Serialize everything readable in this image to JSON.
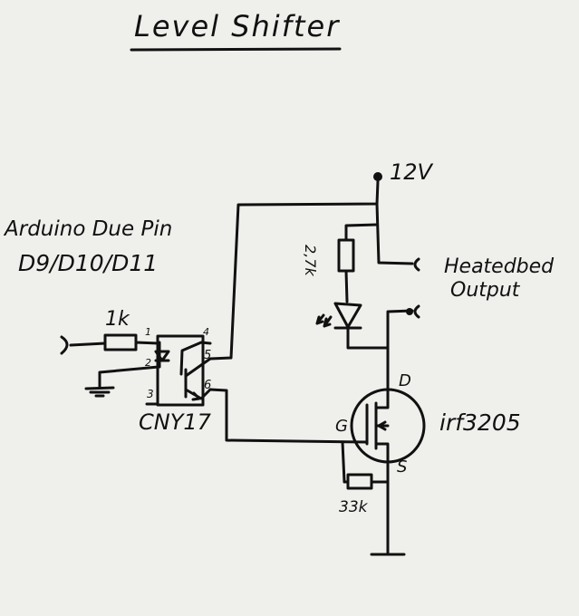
{
  "title": "Level Shifter",
  "input": {
    "label_line1": "Arduino Due Pin",
    "label_line2": "D9/D10/D11"
  },
  "resistor_input": "1k",
  "optocoupler": {
    "name": "CNY17",
    "pins": [
      "1",
      "2",
      "3",
      "4",
      "5",
      "6"
    ]
  },
  "supply": "12V",
  "output_label_line1": "Heatedbed",
  "output_label_line2": "Output",
  "resistor_led": "2,7k",
  "mosfet": {
    "name": "irf3205",
    "drain": "D",
    "gate": "G",
    "source": "S"
  },
  "resistor_gate": "33k"
}
